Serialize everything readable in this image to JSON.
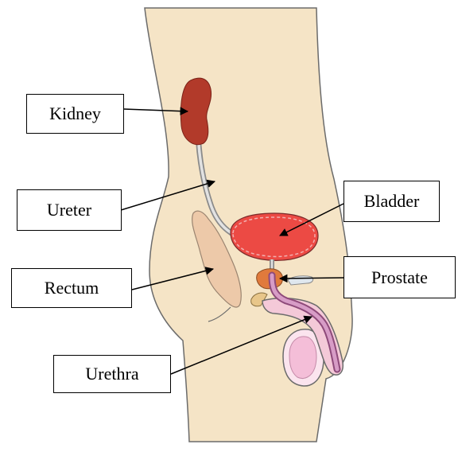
{
  "diagram": {
    "labels": {
      "kidney": "Kidney",
      "ureter": "Ureter",
      "rectum": "Rectum",
      "urethra": "Urethra",
      "bladder": "Bladder",
      "prostate": "Prostate"
    },
    "colors": {
      "body_fill": "#f5e4c6",
      "outline": "#6b6b6b",
      "kidney": "#b23a2a",
      "bladder": "#ec4a44",
      "prostate": "#e07a3c",
      "rectum": "#edc9a9",
      "scrotum": "#f4bed8",
      "urethra": "#d79cc6",
      "seminal_vesicle": "#e8c68a"
    }
  }
}
